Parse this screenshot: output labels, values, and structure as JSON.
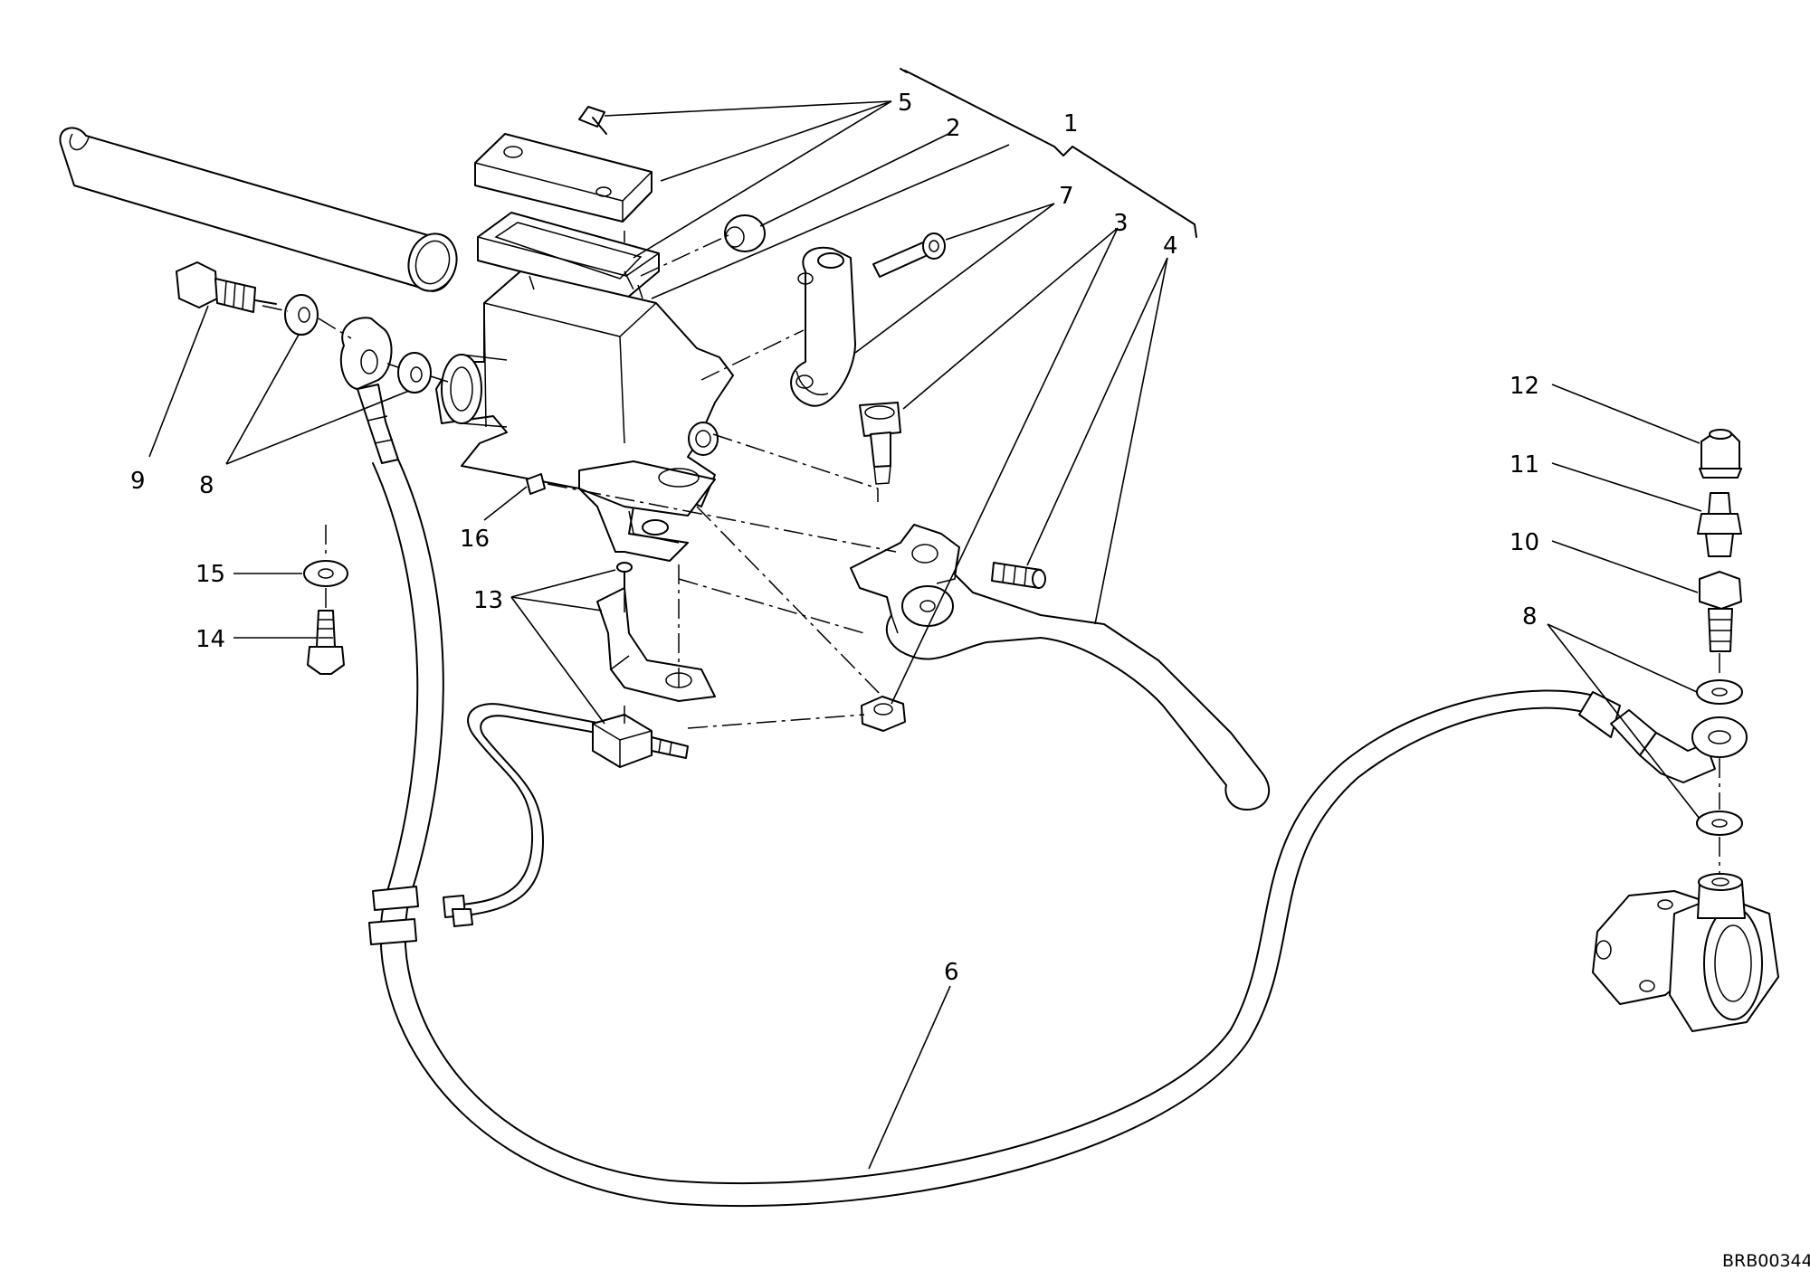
{
  "diagram": {
    "labels": [
      {
        "id": "1",
        "text": "1"
      },
      {
        "id": "2",
        "text": "2"
      },
      {
        "id": "3",
        "text": "3"
      },
      {
        "id": "4",
        "text": "4"
      },
      {
        "id": "5",
        "text": "5"
      },
      {
        "id": "6",
        "text": "6"
      },
      {
        "id": "7",
        "text": "7"
      },
      {
        "id": "8a",
        "text": "8"
      },
      {
        "id": "8b",
        "text": "8"
      },
      {
        "id": "9",
        "text": "9"
      },
      {
        "id": "10",
        "text": "10"
      },
      {
        "id": "11",
        "text": "11"
      },
      {
        "id": "12",
        "text": "12"
      },
      {
        "id": "13",
        "text": "13"
      },
      {
        "id": "14",
        "text": "14"
      },
      {
        "id": "15",
        "text": "15"
      },
      {
        "id": "16",
        "text": "16"
      }
    ],
    "drawing_code": "BRB00344"
  }
}
